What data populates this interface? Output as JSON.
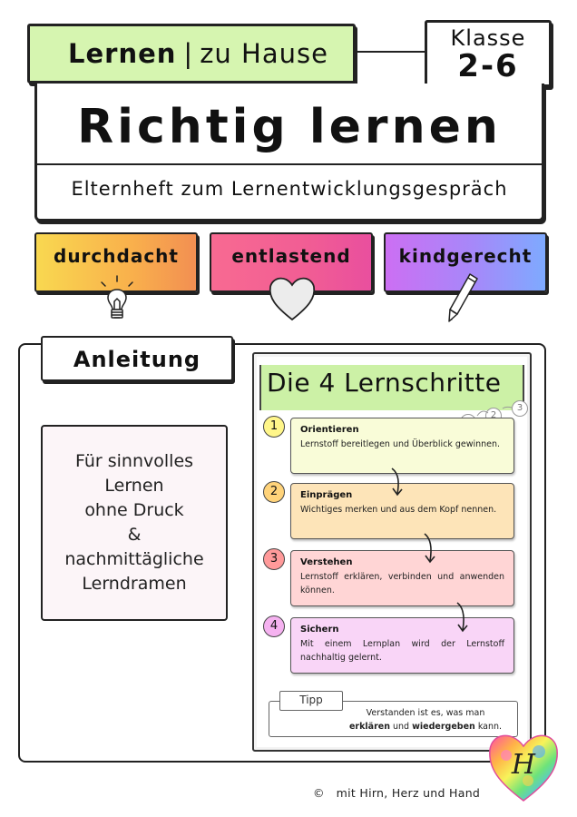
{
  "header": {
    "topic_bold": "Lernen",
    "topic_sep": "|",
    "topic_rest": "zu Hause",
    "grade_label": "Klasse",
    "grade_value": "2-6",
    "title": "Richtig lernen",
    "subtitle": "Elternheft zum Lernentwicklungsgespräch"
  },
  "badges": [
    {
      "label": "durchdacht",
      "icon": "lightbulb-icon",
      "color": "#f9b04c"
    },
    {
      "label": "entlastend",
      "icon": "heart-icon",
      "color": "#f15d94"
    },
    {
      "label": "kindgerecht",
      "icon": "pencil-icon",
      "color": "#a688f9"
    }
  ],
  "section": {
    "label": "Anleitung",
    "note": "Für sinnvolles\nLernen\nohne Druck\n&\nnachmittägliche\nLerndramen"
  },
  "card": {
    "title": "Die 4 Lernschritte",
    "mini_numbers": [
      "1",
      "2",
      "3"
    ],
    "steps": [
      {
        "num": "1",
        "title": "Orientieren",
        "desc": "Lernstoff bereitlegen und Überblick gewinnen.",
        "color": "#f9fcd8"
      },
      {
        "num": "2",
        "title": "Einprägen",
        "desc": "Wichtiges merken und aus dem Kopf nennen.",
        "color": "#fde4b8"
      },
      {
        "num": "3",
        "title": "Verstehen",
        "desc": "Lernstoff erklären, verbinden und anwenden können.",
        "color": "#ffd5d5"
      },
      {
        "num": "4",
        "title": "Sichern",
        "desc": "Mit einem Lernplan wird der Lernstoff nachhaltig gelernt.",
        "color": "#f9d5f7"
      }
    ],
    "tip": {
      "label": "Tipp",
      "text_1": "Verstanden ist es, was man",
      "text_bold_1": "erklären",
      "text_mid": "und",
      "text_bold_2": "wiedergeben",
      "text_end": "kann."
    }
  },
  "logo": {
    "letter": "H",
    "icon": "rainbow-heart-logo"
  },
  "footer": {
    "copyright_symbol": "©",
    "copyright_text": "mit Hirn, Herz und Hand"
  }
}
